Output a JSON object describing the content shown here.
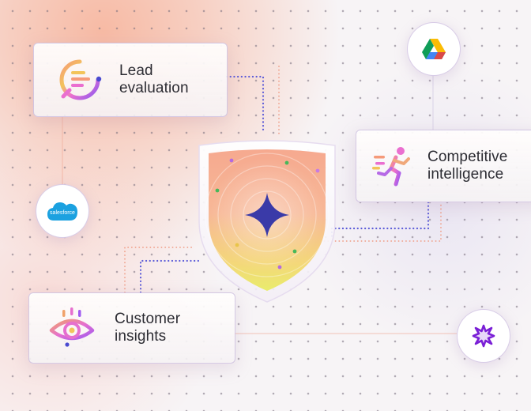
{
  "cards": {
    "lead": {
      "label": "Lead\nevaluation",
      "icon": "lead-evaluation-icon"
    },
    "competitive": {
      "label": "Competitive\nintelligence",
      "icon": "competitive-intelligence-icon"
    },
    "customer": {
      "label": "Customer\ninsights",
      "icon": "customer-insights-icon"
    }
  },
  "badges": {
    "salesforce": {
      "text": "salesforce",
      "icon": "salesforce-icon",
      "color": "#1ba1e0"
    },
    "drive": {
      "icon": "google-drive-icon"
    },
    "burst": {
      "icon": "starburst-icon",
      "color": "#7a1fd6"
    }
  },
  "center": {
    "icon": "sparkle-shield-icon",
    "star_color": "#3a3aa8"
  },
  "colors": {
    "wire_blue": "#5a5ad8",
    "wire_orange": "#f0a08a",
    "card_border": "#c8b6e0"
  }
}
